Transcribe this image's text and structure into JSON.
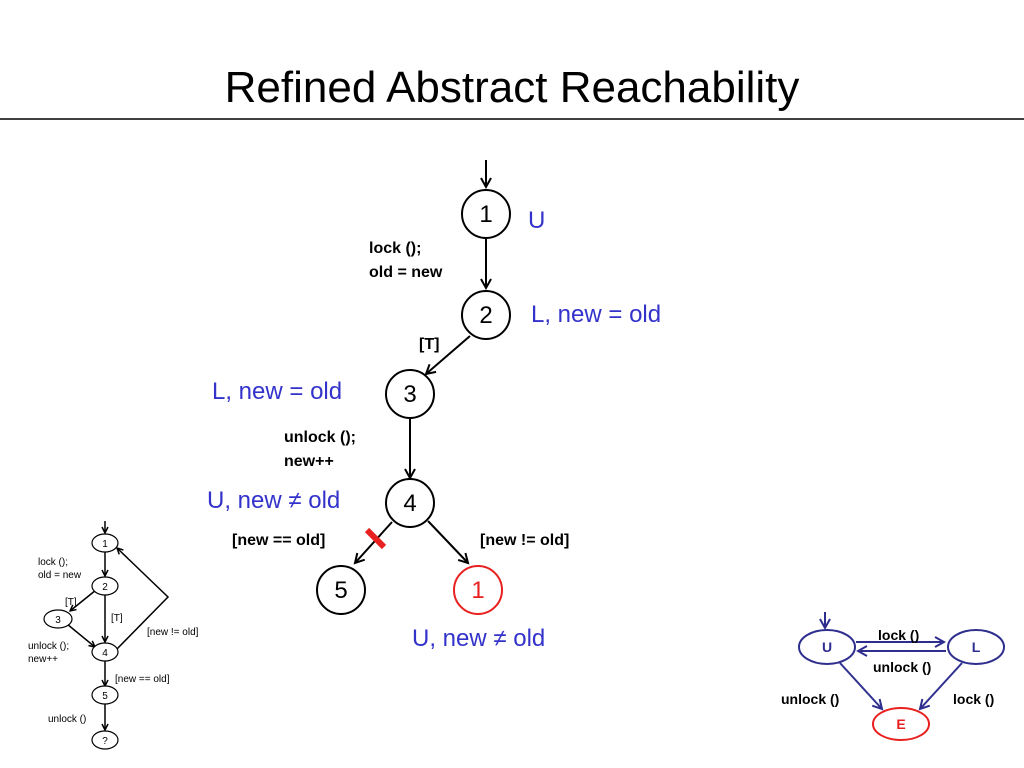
{
  "title": "Refined Abstract Reachability",
  "colors": {
    "annotation": "#3333cc",
    "error": "#e8201f",
    "fsm": "#2e2e8f",
    "cut": "#e8201f",
    "black": "#000000"
  },
  "main_graph": {
    "nodes": {
      "n1": "1",
      "n2": "2",
      "n3": "3",
      "n4": "4",
      "n5": "5",
      "n1b": "1"
    },
    "edge_labels": {
      "e12_line1": "lock ();",
      "e12_line2": "old = new",
      "e23": "[T]",
      "e34_line1": "unlock ();",
      "e34_line2": "new++",
      "e45": "[new == old]",
      "e41": "[new != old]"
    },
    "annotations": {
      "a1": "U",
      "a2": "L, new = old",
      "a3": "L, new = old",
      "a4_pre": "U, new ",
      "a4_neq": "≠",
      "a4_post": " old",
      "a1b_pre": "U, new ",
      "a1b_neq": "≠",
      "a1b_post": " old"
    }
  },
  "cfg_thumbnail": {
    "nodes": {
      "n1": "1",
      "n2": "2",
      "n3": "3",
      "n4": "4",
      "n5": "5",
      "nq": "?"
    },
    "edge_labels": {
      "e12_line1": "lock ();",
      "e12_line2": "old = new",
      "e23": "[T]",
      "e24": "[T]",
      "e34_line1": "unlock ();",
      "e34_line2": "new++",
      "e41": "[new != old]",
      "e45": "[new == old]",
      "e5q": "unlock ()"
    }
  },
  "lock_fsm": {
    "nodes": {
      "u": "U",
      "l": "L",
      "e": "E"
    },
    "edge_labels": {
      "ul": "lock ()",
      "lu": "unlock ()",
      "ue": "unlock ()",
      "le": "lock ()"
    }
  }
}
